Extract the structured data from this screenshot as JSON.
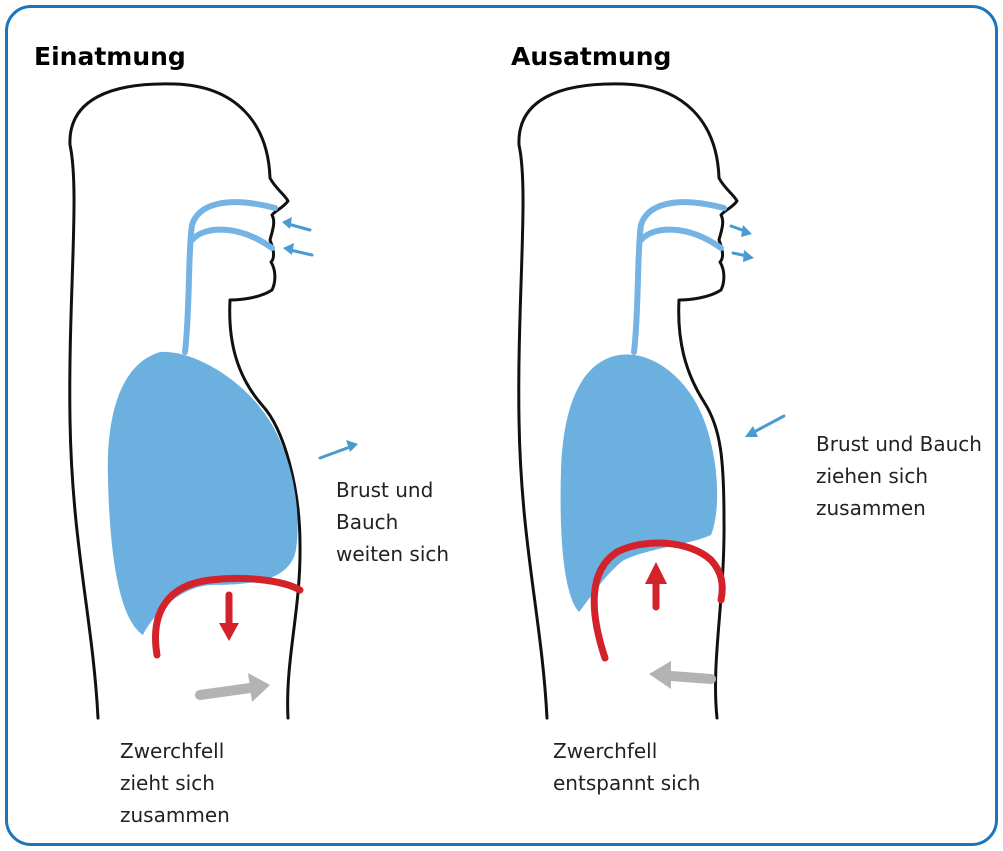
{
  "colors": {
    "border": "#1b75bb",
    "lung": "#6cb0e0",
    "airway": "#74b3e3",
    "air_arrow": "#4a9bd0",
    "diaphragm": "#d4222a",
    "muscle_arrow": "#b3b3b3",
    "outline": "#111111"
  },
  "inhale": {
    "title": "Einatmung",
    "chest_label": [
      "Brust und",
      "Bauch",
      "weiten sich"
    ],
    "diaphragm_label": [
      "Zwerchfell",
      "zieht sich",
      "zusammen"
    ]
  },
  "exhale": {
    "title": "Ausatmung",
    "chest_label": [
      "Brust und Bauch",
      "ziehen sich",
      "zusammen"
    ],
    "diaphragm_label": [
      "Zwerchfell",
      "entspannt sich"
    ]
  }
}
